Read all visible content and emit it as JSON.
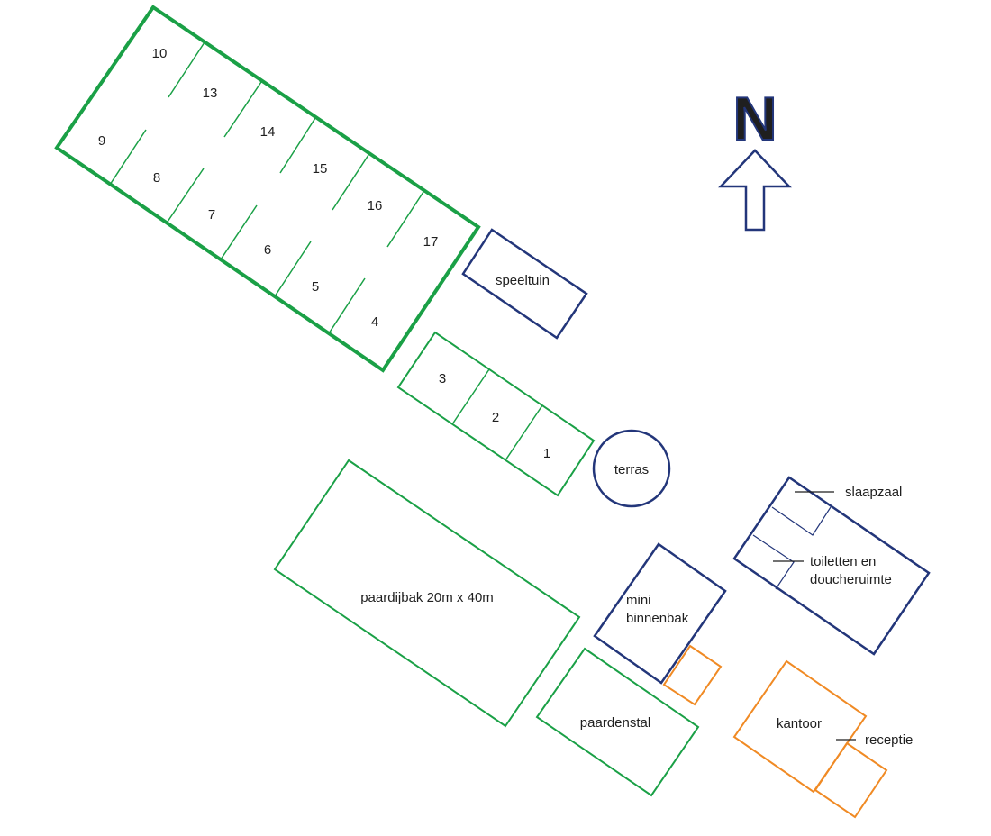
{
  "compass": {
    "letter": "N"
  },
  "colors": {
    "green": "#1aa046",
    "navy": "#23367a",
    "orange": "#f08a24",
    "text": "#1f1f1f"
  },
  "stalls_large": {
    "numbers": {
      "n10": "10",
      "n13": "13",
      "n14": "14",
      "n15": "15",
      "n16": "16",
      "n17": "17",
      "n9": "9",
      "n8": "8",
      "n7": "7",
      "n6": "6",
      "n5": "5",
      "n4": "4"
    }
  },
  "stalls_small": {
    "numbers": {
      "n3": "3",
      "n2": "2",
      "n1": "1"
    }
  },
  "areas": {
    "speeltuin": "speeltuin",
    "terras": "terras",
    "paardijbak": "paardijbak 20m x 40m",
    "mini_binnenbak_line1": "mini",
    "mini_binnenbak_line2": "binnenbak",
    "paardenstal": "paardenstal",
    "kantoor": "kantoor",
    "receptie": "receptie",
    "slaapzaal": "slaapzaal",
    "toiletten_line1": "toiletten en",
    "toiletten_line2": "doucheruimte"
  }
}
